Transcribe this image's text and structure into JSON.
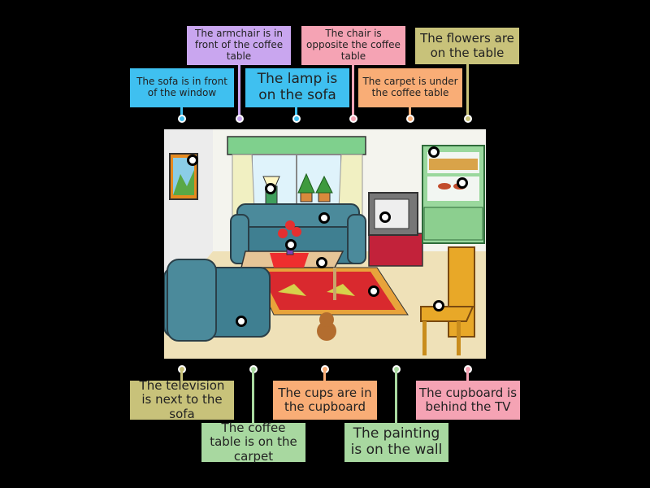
{
  "labels": {
    "armchair": "The armchair is in front of the coffee table",
    "chair": "The chair is opposite the coffee table",
    "flowers": "The flowers are on the table",
    "sofa": "The sofa is in front of the window",
    "lamp": "The lamp is on the sofa",
    "carpet": "The carpet is under the coffee table",
    "television": "The television is next to the sofa",
    "coffee_table": "The coffee table is on the carpet",
    "cups": "The cups are in the cupboard",
    "painting": "The painting is on the wall",
    "cupboard": "The cupboard is behind the TV"
  },
  "colors": {
    "purple": "#c9a6ef",
    "pink": "#f5a3b4",
    "olive": "#c8c27a",
    "blue": "#3fc0f0",
    "orange": "#f9ad76",
    "green": "#a8d8a0",
    "background": "#000000"
  },
  "scene": {
    "image": "living-room-illustration"
  }
}
